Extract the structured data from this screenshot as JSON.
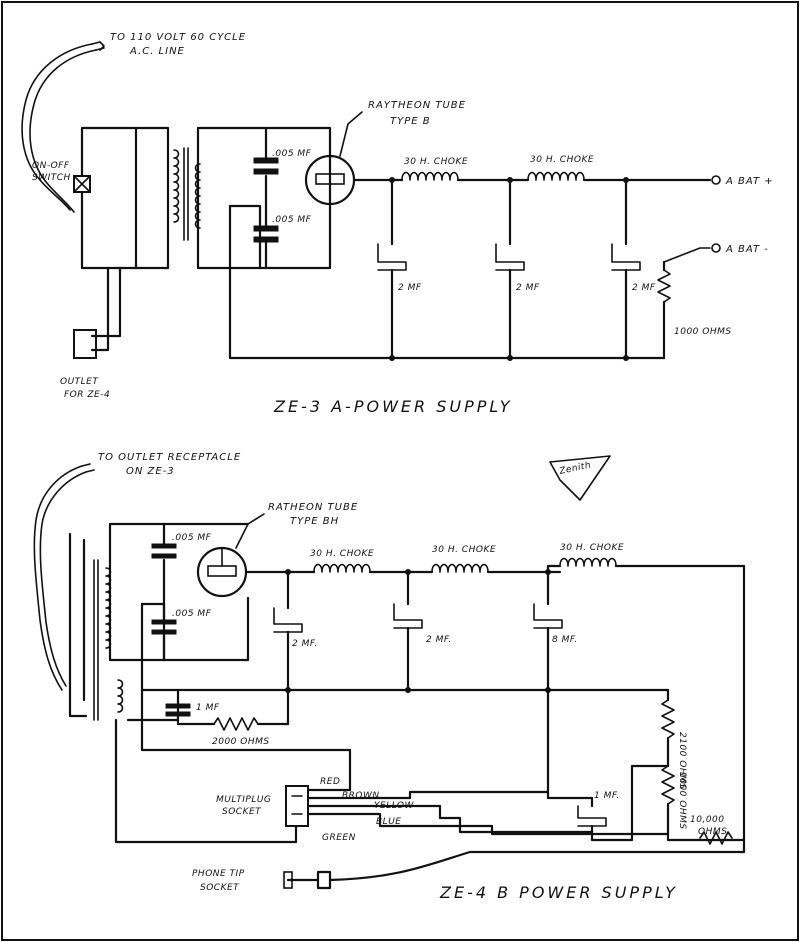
{
  "diagram_a": {
    "line_label_1": "TO 110 VOLT 60 CYCLE",
    "line_label_2": "A.C. LINE",
    "switch_label_1": "ON-OFF",
    "switch_label_2": "SWITCH",
    "cap_top": ".005 MF",
    "cap_bottom": ".005 MF",
    "tube_label_1": "RAYTHEON TUBE",
    "tube_label_2": "TYPE B",
    "choke_1": "30 H. CHOKE",
    "choke_2": "30 H. CHOKE",
    "filter_1": "2 MF",
    "filter_2": "2 MF",
    "filter_3": "2 MF",
    "a_bat_plus": "A BAT +",
    "a_bat_minus": "A BAT -",
    "resistor": "1000 OHMS",
    "outlet_1": "OUTLET",
    "outlet_2": "FOR ZE-4",
    "title": "ZE-3  A-POWER SUPPLY"
  },
  "diagram_b": {
    "line_label_1": "TO OUTLET RECEPTACLE",
    "line_label_2": "ON ZE-3",
    "tube_label_1": "RATHEON TUBE",
    "tube_label_2": "TYPE BH",
    "cap_top": ".005 MF",
    "cap_bottom": ".005 MF",
    "choke_1": "30 H. CHOKE",
    "choke_2": "30 H. CHOKE",
    "choke_3": "30 H. CHOKE",
    "filter_1": "2 MF.",
    "filter_2": "2 MF.",
    "filter_3": "8 MF.",
    "cap_1mf": "1 MF",
    "res_2000": "2000 OHMS",
    "cap_1mf_b": "1 MF.",
    "res_2100": "2100 OHMS",
    "res_1000": "1000 OHMS",
    "res_10000_1": "10,000",
    "res_10000_2": "OHMS",
    "multiplug_1": "MULTIPLUG",
    "multiplug_2": "SOCKET",
    "wire_red": "RED",
    "wire_brown": "BROWN",
    "wire_yellow": "YELLOW",
    "wire_blue": "BLUE",
    "wire_green": "GREEN",
    "phone_1": "PHONE TIP",
    "phone_2": "SOCKET",
    "logo": "Zenith",
    "title": "ZE-4  B POWER SUPPLY"
  }
}
